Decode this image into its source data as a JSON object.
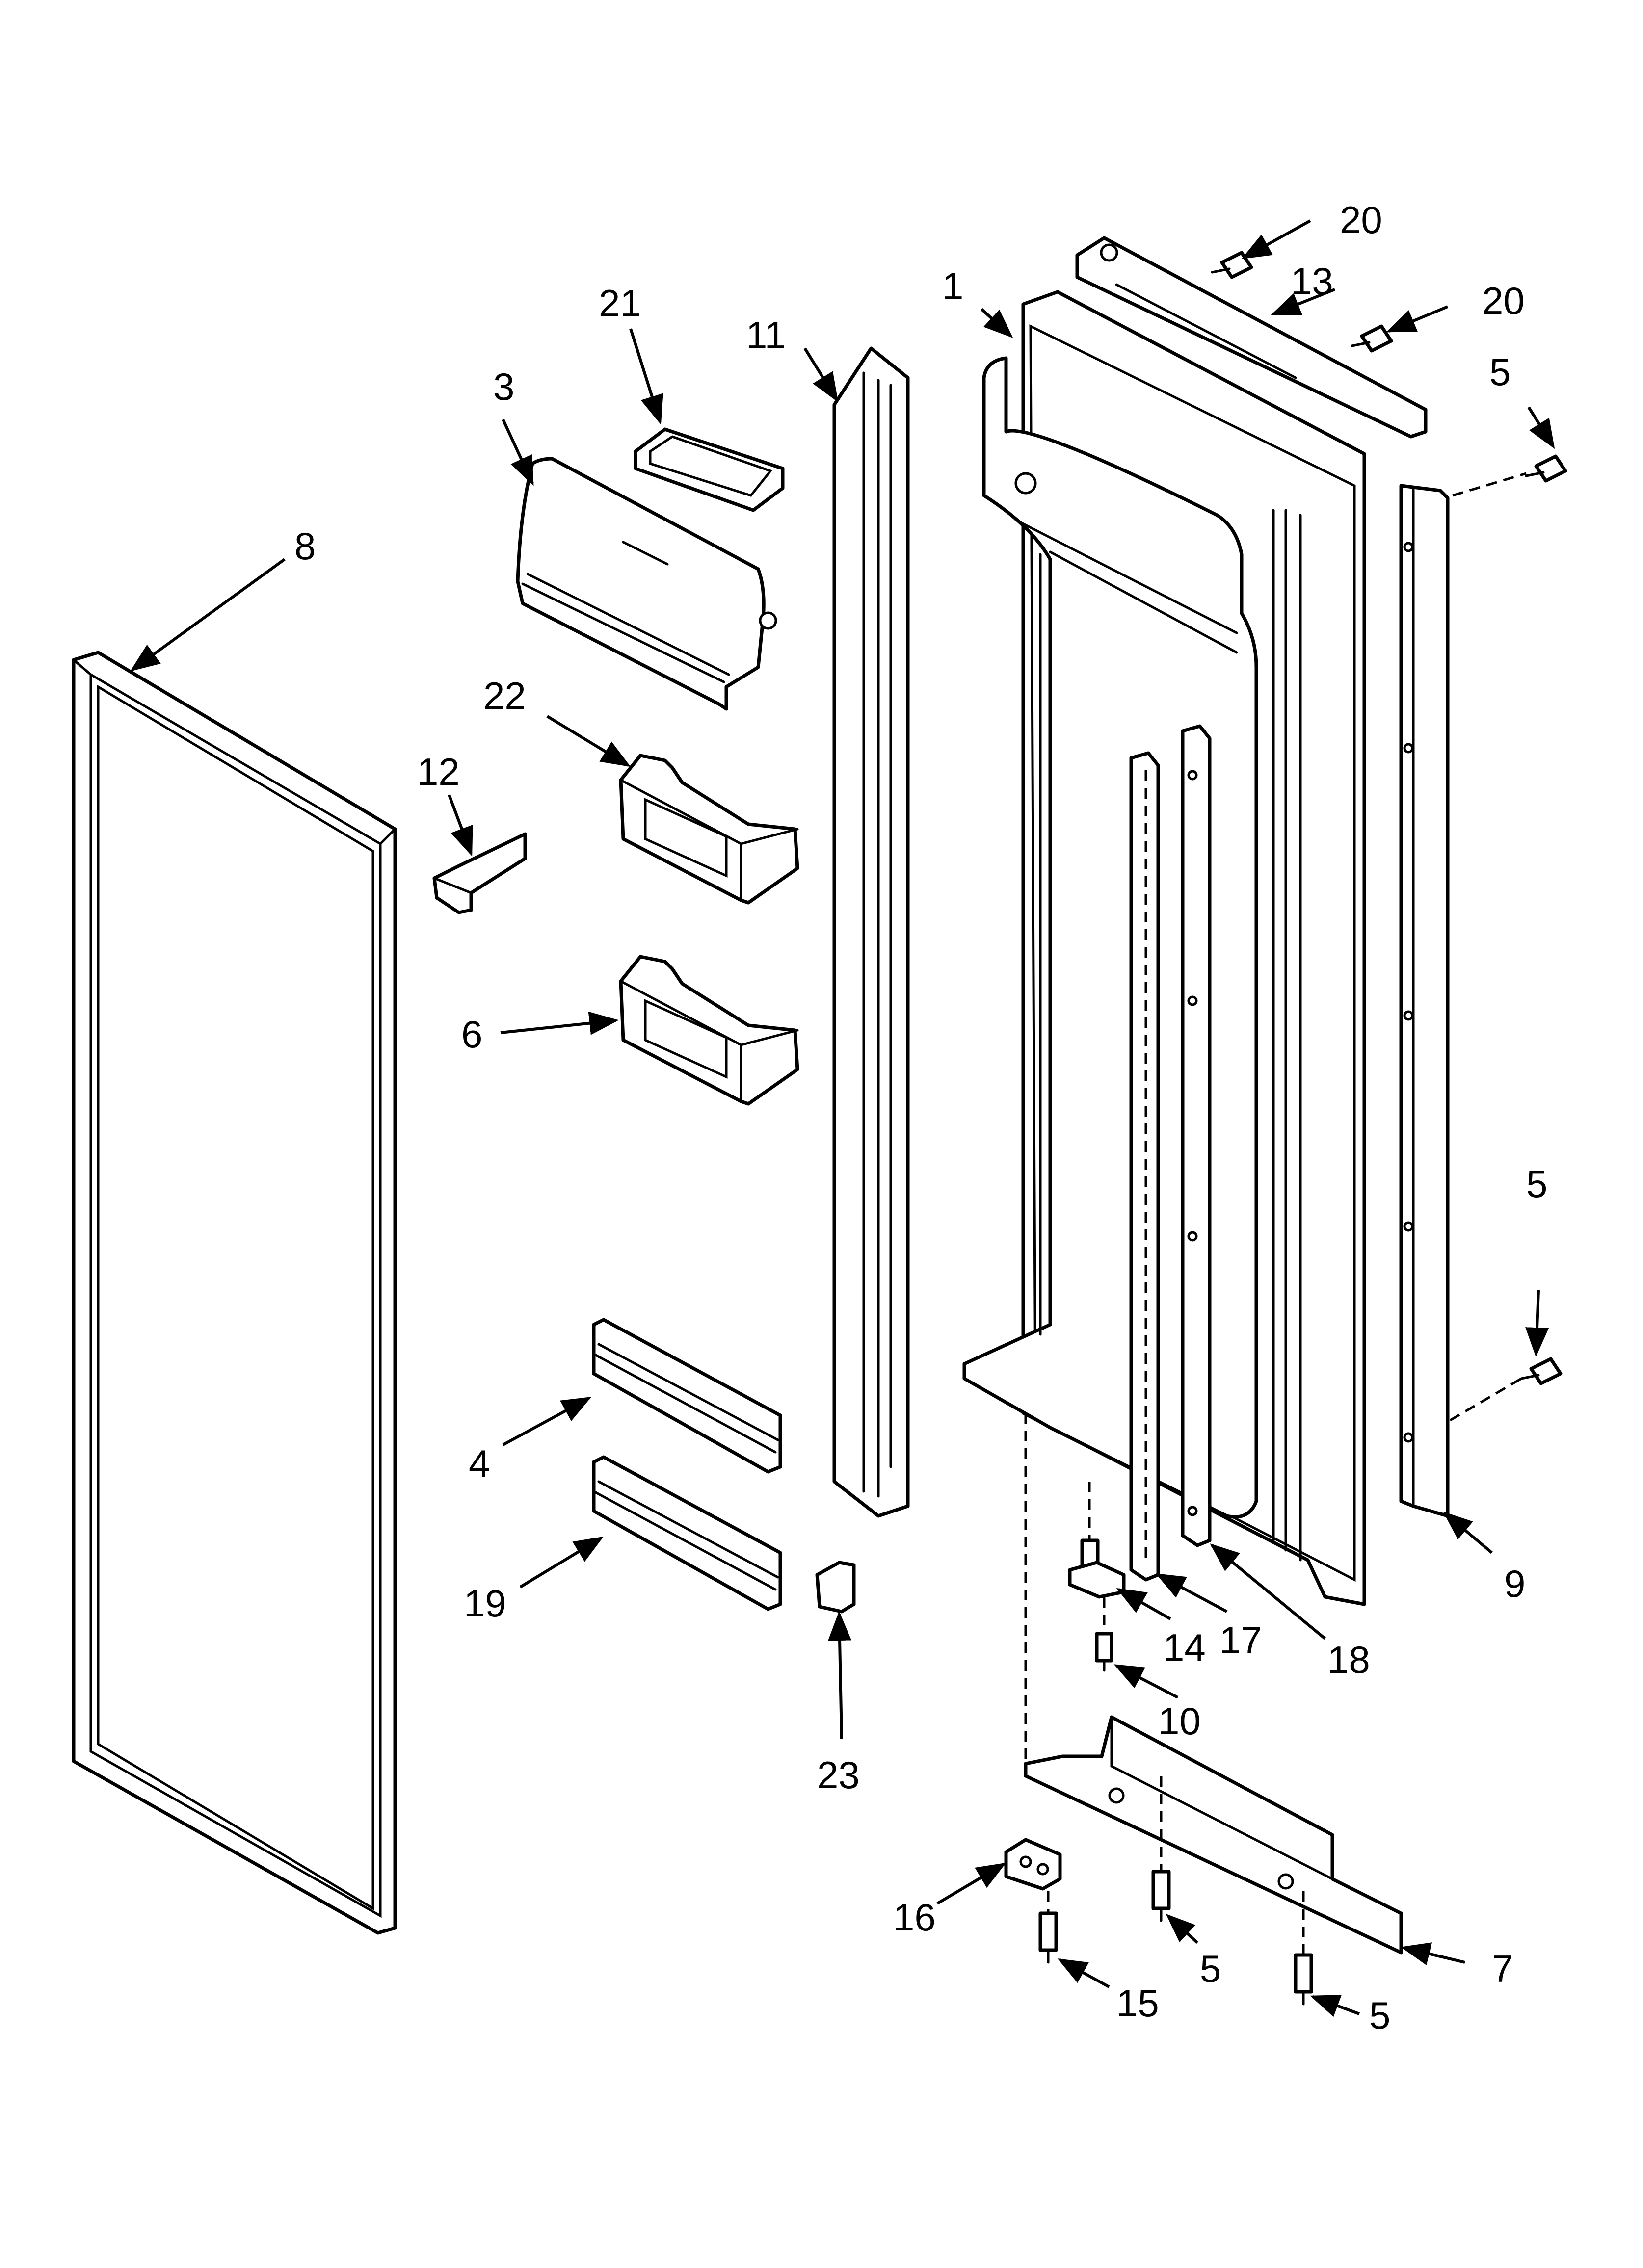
{
  "callouts": {
    "c1": "1",
    "c3": "3",
    "c4": "4",
    "c5a": "5",
    "c5b": "5",
    "c5c": "5",
    "c5d": "5",
    "c6": "6",
    "c7": "7",
    "c8": "8",
    "c9": "9",
    "c10": "10",
    "c11": "11",
    "c12": "12",
    "c13": "13",
    "c14": "14",
    "c15": "15",
    "c16": "16",
    "c17": "17",
    "c18": "18",
    "c19": "19",
    "c20a": "20",
    "c20b": "20",
    "c21": "21",
    "c22": "22",
    "c23": "23"
  },
  "colors": {
    "line": "#000000",
    "background": "#ffffff"
  }
}
